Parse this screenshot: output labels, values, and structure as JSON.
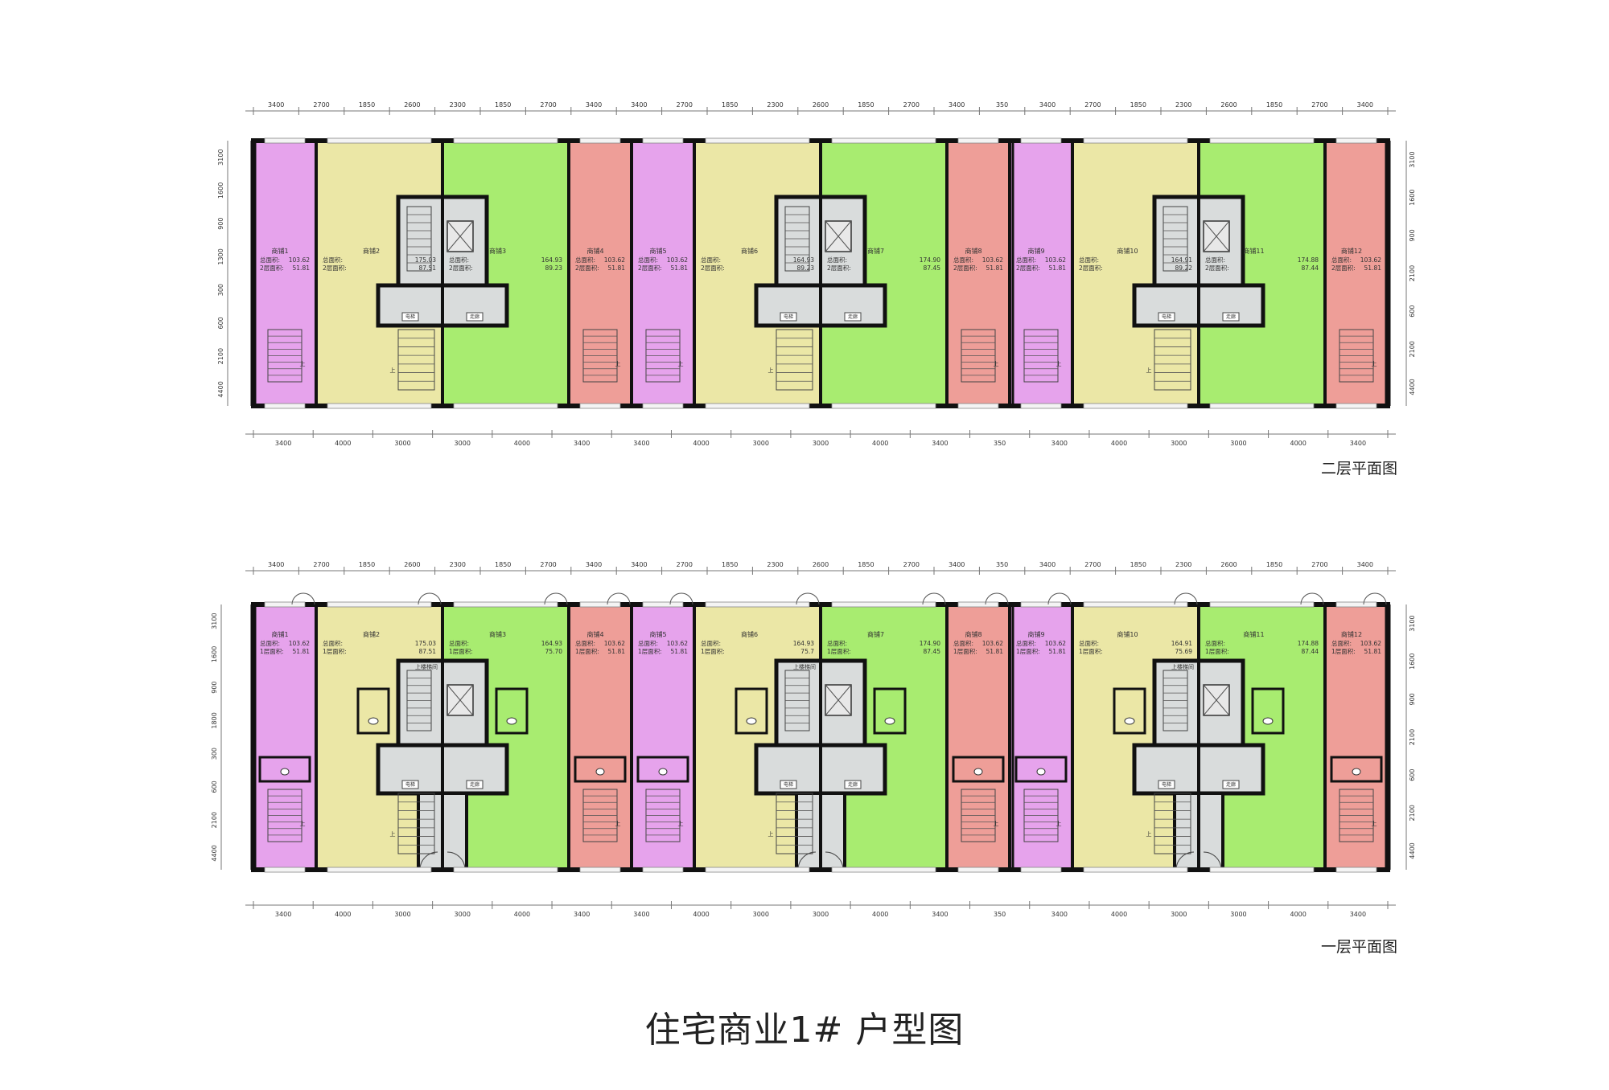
{
  "page_title": "住宅商业1# 户型图",
  "colors": {
    "purple": "#e6a3ec",
    "yellow": "#ebe7a6",
    "green": "#a8ec70",
    "red": "#ee9e98",
    "core": "#d9dcdc",
    "wall": "#111111"
  },
  "dims_top": [
    "3400",
    "2700",
    "1850",
    "2600",
    "2300",
    "1850",
    "2700",
    "3400",
    "3400",
    "2700",
    "1850",
    "2300",
    "2600",
    "1850",
    "2700",
    "3400",
    "350",
    "3400",
    "2700",
    "1850",
    "2300",
    "2600",
    "1850",
    "2700",
    "3400"
  ],
  "dims_bottom": [
    "3400",
    "4000",
    "3000",
    "3000",
    "4000",
    "3400",
    "3400",
    "4000",
    "3000",
    "3000",
    "4000",
    "3400",
    "350",
    "3400",
    "4000",
    "3000",
    "3000",
    "4000",
    "3400"
  ],
  "dims_side": [
    "3100",
    "1600",
    "900",
    "1800",
    "300",
    "600",
    "2100",
    "4400"
  ],
  "dims_side_second": [
    "3100",
    "1600",
    "900",
    "1300",
    "300",
    "600",
    "2100",
    "4400"
  ],
  "dims_side_right": [
    "3100",
    "1600",
    "900",
    "2100",
    "600",
    "2100",
    "4400"
  ],
  "core_labels": {
    "stair": "上楼梯间",
    "elevator": "电梯",
    "corridor": "走廊",
    "stair_mark": "上"
  },
  "second_floor": {
    "title": "二层平面图",
    "units": [
      {
        "name": "商铺1",
        "total": "总面积:",
        "total_val": "103.62",
        "floor": "2层面积:",
        "floor_val": "51.81",
        "color": "purple"
      },
      {
        "name": "商铺2",
        "total": "总面积:",
        "total_val": "175.03",
        "floor": "2层面积:",
        "floor_val": "87.51",
        "color": "yellow"
      },
      {
        "name": "商铺3",
        "total": "总面积:",
        "total_val": "164.93",
        "floor": "2层面积:",
        "floor_val": "89.23",
        "color": "green"
      },
      {
        "name": "商铺4",
        "total": "总面积:",
        "total_val": "103.62",
        "floor": "2层面积:",
        "floor_val": "51.81",
        "color": "red"
      },
      {
        "name": "商铺5",
        "total": "总面积:",
        "total_val": "103.62",
        "floor": "2层面积:",
        "floor_val": "51.81",
        "color": "purple"
      },
      {
        "name": "商铺6",
        "total": "总面积:",
        "total_val": "164.93",
        "floor": "2层面积:",
        "floor_val": "89.23",
        "color": "yellow"
      },
      {
        "name": "商铺7",
        "total": "总面积:",
        "total_val": "174.90",
        "floor": "2层面积:",
        "floor_val": "87.45",
        "color": "green"
      },
      {
        "name": "商铺8",
        "total": "总面积:",
        "total_val": "103.62",
        "floor": "2层面积:",
        "floor_val": "51.81",
        "color": "red"
      },
      {
        "name": "商铺9",
        "total": "总面积:",
        "total_val": "103.62",
        "floor": "2层面积:",
        "floor_val": "51.81",
        "color": "purple"
      },
      {
        "name": "商铺10",
        "total": "总面积:",
        "total_val": "164.91",
        "floor": "2层面积:",
        "floor_val": "89.22",
        "color": "yellow"
      },
      {
        "name": "商铺11",
        "total": "总面积:",
        "total_val": "174.88",
        "floor": "2层面积:",
        "floor_val": "87.44",
        "color": "green"
      },
      {
        "name": "商铺12",
        "total": "总面积:",
        "total_val": "103.62",
        "floor": "2层面积:",
        "floor_val": "51.81",
        "color": "red"
      }
    ]
  },
  "first_floor": {
    "title": "一层平面图",
    "units": [
      {
        "name": "商铺1",
        "total": "总面积:",
        "total_val": "103.62",
        "floor": "1层面积:",
        "floor_val": "51.81",
        "color": "purple"
      },
      {
        "name": "商铺2",
        "total": "总面积:",
        "total_val": "175.03",
        "floor": "1层面积:",
        "floor_val": "87.51",
        "color": "yellow"
      },
      {
        "name": "商铺3",
        "total": "总面积:",
        "total_val": "164.93",
        "floor": "1层面积:",
        "floor_val": "75.70",
        "color": "green"
      },
      {
        "name": "商铺4",
        "total": "总面积:",
        "total_val": "103.62",
        "floor": "1层面积:",
        "floor_val": "51.81",
        "color": "red"
      },
      {
        "name": "商铺5",
        "total": "总面积:",
        "total_val": "103.62",
        "floor": "1层面积:",
        "floor_val": "51.81",
        "color": "purple"
      },
      {
        "name": "商铺6",
        "total": "总面积:",
        "total_val": "164.93",
        "floor": "1层面积:",
        "floor_val": "75.7",
        "color": "yellow"
      },
      {
        "name": "商铺7",
        "total": "总面积:",
        "total_val": "174.90",
        "floor": "1层面积:",
        "floor_val": "87.45",
        "color": "green"
      },
      {
        "name": "商铺8",
        "total": "总面积:",
        "total_val": "103.62",
        "floor": "1层面积:",
        "floor_val": "51.81",
        "color": "red"
      },
      {
        "name": "商铺9",
        "total": "总面积:",
        "total_val": "103.62",
        "floor": "1层面积:",
        "floor_val": "51.81",
        "color": "purple"
      },
      {
        "name": "商铺10",
        "total": "总面积:",
        "total_val": "164.91",
        "floor": "1层面积:",
        "floor_val": "75.69",
        "color": "yellow"
      },
      {
        "name": "商铺11",
        "total": "总面积:",
        "total_val": "174.88",
        "floor": "1层面积:",
        "floor_val": "87.44",
        "color": "green"
      },
      {
        "name": "商铺12",
        "total": "总面积:",
        "total_val": "103.62",
        "floor": "1层面积:",
        "floor_val": "51.81",
        "color": "red"
      }
    ]
  }
}
